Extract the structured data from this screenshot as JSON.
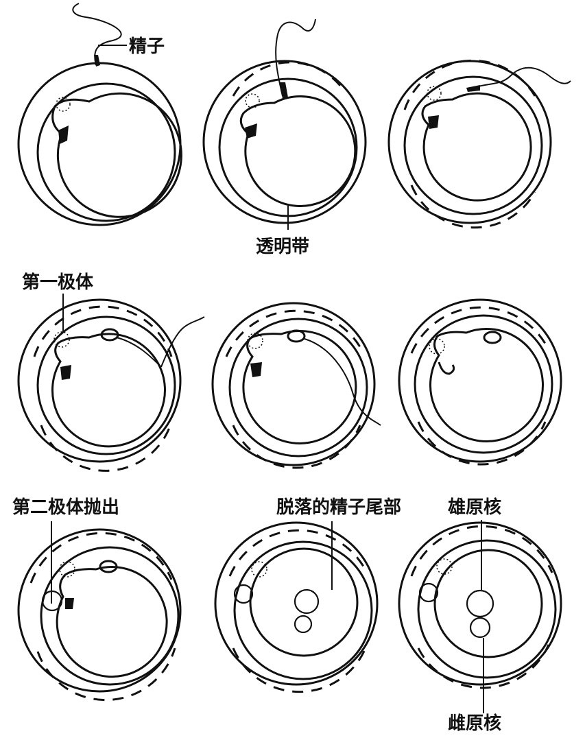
{
  "labels": {
    "sperm": "精子",
    "zona_pellucida": "透明带",
    "first_polar_body": "第一极体",
    "second_polar_body_extruded": "第二极体抛出",
    "detached_sperm_tail": "脱落的精子尾部",
    "male_pronucleus": "雄原核",
    "female_pronucleus": "雌原核"
  }
}
